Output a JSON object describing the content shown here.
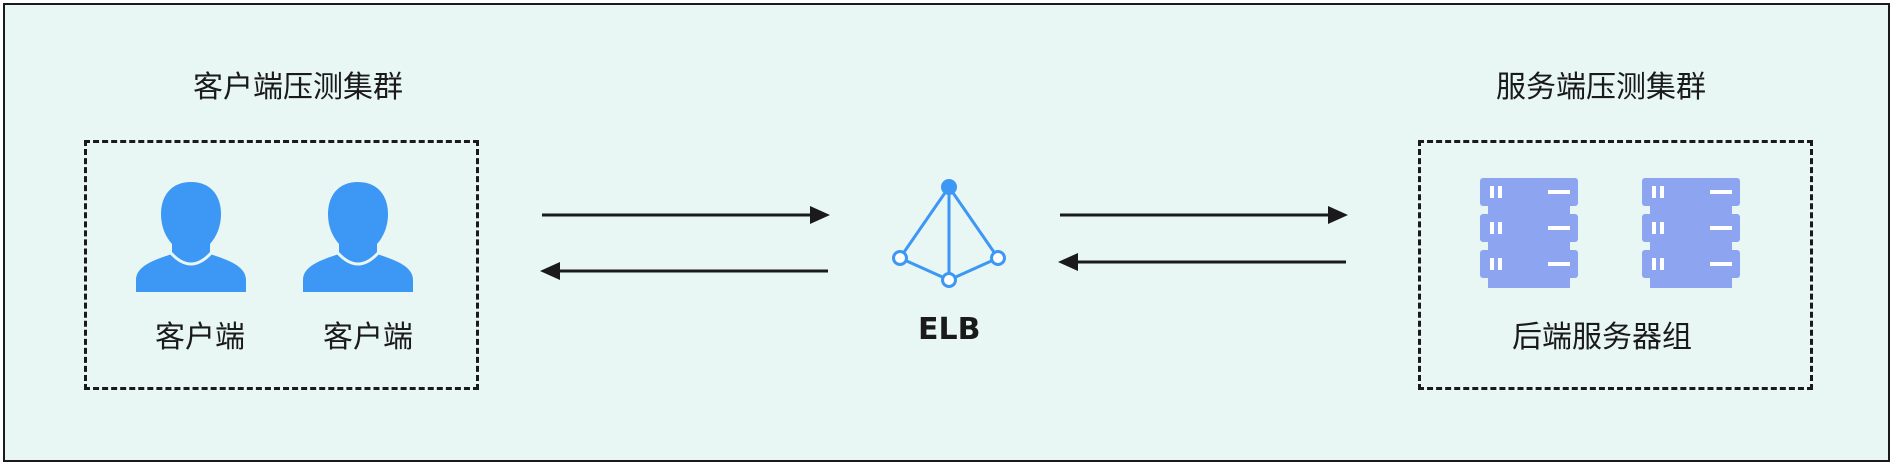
{
  "client_cluster": {
    "title": "客户端压测集群",
    "clients": [
      {
        "label": "客户端"
      },
      {
        "label": "客户端"
      }
    ]
  },
  "load_balancer": {
    "label": "ELB"
  },
  "server_cluster": {
    "title": "服务端压测集群",
    "group_label": "后端服务器组"
  },
  "colors": {
    "background": "#e8f6f4",
    "user_icon": "#3d97f5",
    "elb_icon": "#3d97f5",
    "server_icon": "#8da5f0",
    "arrow": "#1a1a1a"
  }
}
